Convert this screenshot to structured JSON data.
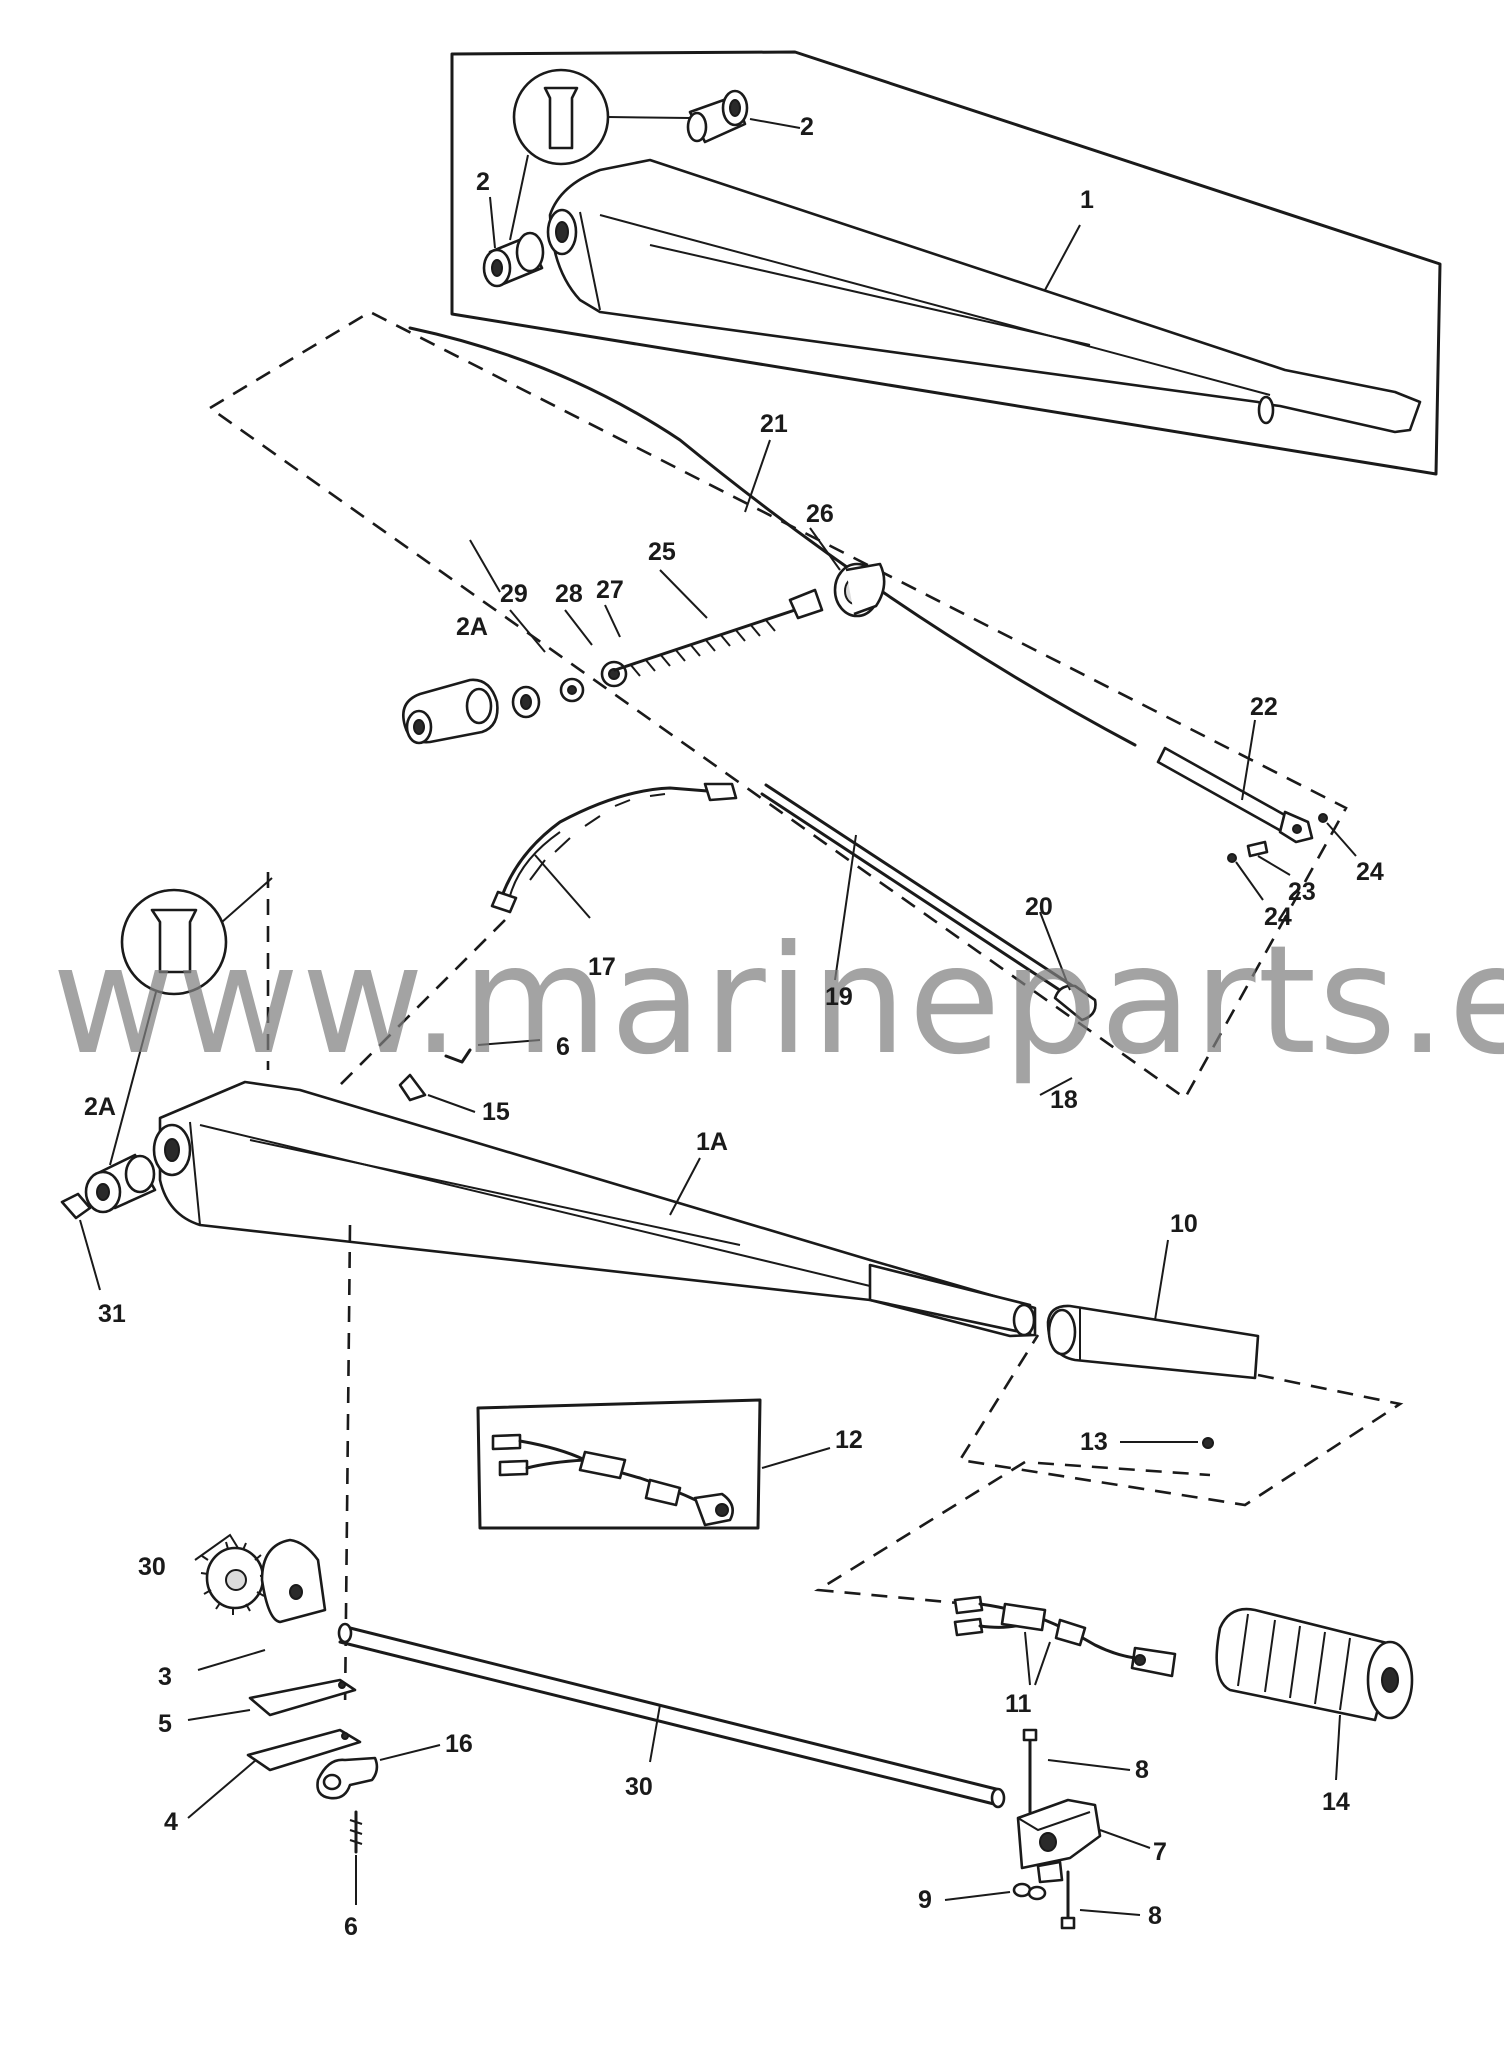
{
  "watermark": "www.marineparts.eu",
  "callouts": {
    "c1": "1",
    "c2a": "2",
    "c2b": "2",
    "c21": "21",
    "c22": "22",
    "c23": "23",
    "c24a": "24",
    "c24b": "24",
    "c26": "26",
    "c25": "25",
    "c27": "27",
    "c28": "28",
    "c29": "29",
    "c2A_top": "2A",
    "c17": "17",
    "c19": "19",
    "c20": "20",
    "c18": "18",
    "c6_top": "6",
    "c15": "15",
    "c1A": "1A",
    "c2A_bottom": "2A",
    "c31": "31",
    "c10": "10",
    "c13": "13",
    "c12": "12",
    "c30_top": "30",
    "c3": "3",
    "c5": "5",
    "c4": "4",
    "c16": "16",
    "c6_bottom": "6",
    "c30_bottom": "30",
    "c11": "11",
    "c14": "14",
    "c8_top": "8",
    "c7": "7",
    "c9": "9",
    "c8_bottom": "8"
  }
}
